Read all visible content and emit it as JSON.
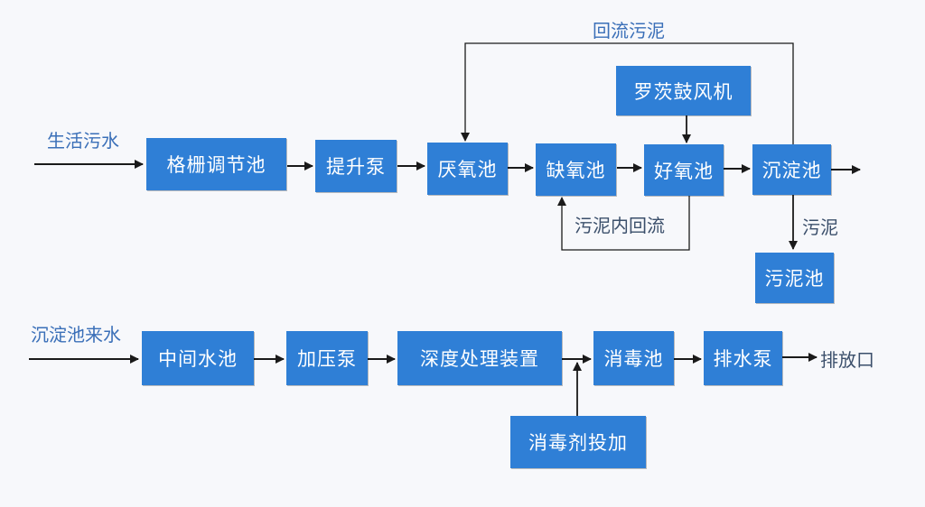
{
  "colors": {
    "box_fill": "#2f7fd6",
    "box_text": "#ffffff",
    "line": "#1a1a1a",
    "label": "#3a6fb8"
  },
  "row1": {
    "input_label": "生活污水",
    "boxes": [
      "格栅调节池",
      "提升泵",
      "厌氧池",
      "缺氧池",
      "好氧池",
      "沉淀池"
    ],
    "blower": "罗茨鼓风机",
    "return_sludge": "回流污泥",
    "internal_return": "污泥内回流",
    "sludge_label": "污泥",
    "sludge_tank": "污泥池"
  },
  "row2": {
    "input_label": "沉淀池来水",
    "boxes": [
      "中间水池",
      "加压泵",
      "深度处理装置",
      "消毒池",
      "排水泵"
    ],
    "outlet": "排放口",
    "dosing": "消毒剂投加"
  }
}
